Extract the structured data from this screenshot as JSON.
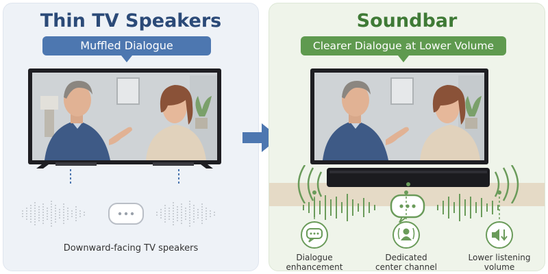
{
  "left": {
    "title": "Thin TV Speakers",
    "banner": "Muffled Dialogue",
    "caption": "Downward-facing TV speakers"
  },
  "right": {
    "title": "Soundbar",
    "banner": "Clearer Dialogue at Lower Volume",
    "features": [
      {
        "icon": "speech-bubble-icon",
        "line1": "Dialogue",
        "line2": "enhancement"
      },
      {
        "icon": "center-channel-icon",
        "line1": "Dedicated",
        "line2": "center channel"
      },
      {
        "icon": "volume-down-icon",
        "line1": "Lower listening",
        "line2": "volume"
      }
    ]
  },
  "colors": {
    "left_title": "#2b4a78",
    "left_banner": "#4d77b0",
    "right_title": "#3f7a36",
    "right_banner": "#5f9a4f",
    "arrow": "#4d77b0"
  }
}
